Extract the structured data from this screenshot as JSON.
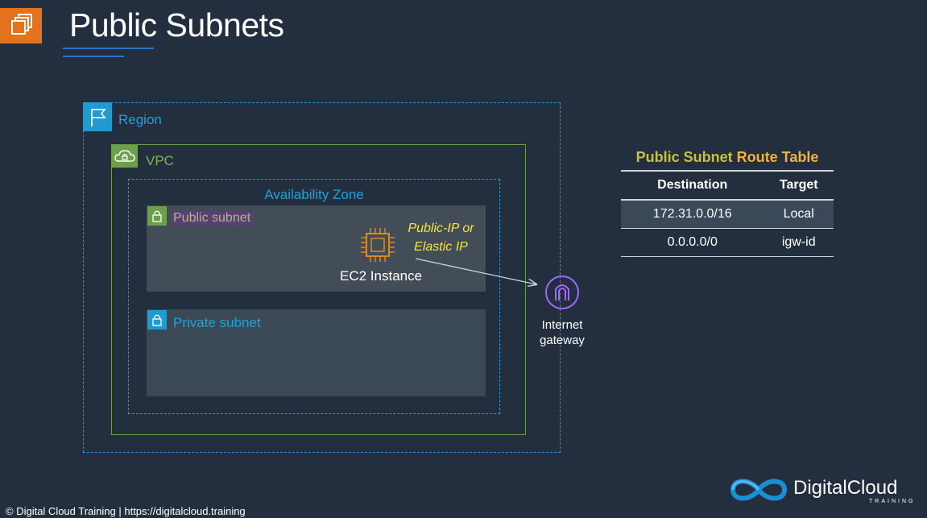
{
  "slide": {
    "title": "Public Subnets"
  },
  "diagram": {
    "region_label": "Region",
    "vpc_label": "VPC",
    "az_label": "Availability Zone",
    "public_subnet_label": "Public subnet",
    "private_subnet_label": "Private subnet",
    "ec2_label": "EC2 Instance",
    "ip_label_line1": "Public-IP or",
    "ip_label_line2": "Elastic IP",
    "igw_label_line1": "Internet",
    "igw_label_line2": "gateway"
  },
  "route_table": {
    "title_part1": "Public Subnet",
    "title_part2": "Route Table",
    "columns": [
      "Destination",
      "Target"
    ],
    "rows": [
      [
        "172.31.0.0/16",
        "Local"
      ],
      [
        "0.0.0.0/0",
        "igw-id"
      ]
    ]
  },
  "footer": {
    "text": "© Digital Cloud Training  | https://digitalcloud.training",
    "brand_name": "DigitalCloud",
    "brand_sub": "TRAINING"
  },
  "colors": {
    "background": "#232f3e",
    "region": "#1f9bd1",
    "vpc": "#6aa04a",
    "ec2": "#e3861d",
    "igw": "#a166ff",
    "ip_label": "#f7e733"
  },
  "icons": {
    "logo": "aws-ec2-logo-icon",
    "region": "flag-icon",
    "vpc": "cloud-lock-icon",
    "subnet": "lock-icon",
    "ec2": "chip-icon",
    "igw": "gateway-arch-icon"
  }
}
